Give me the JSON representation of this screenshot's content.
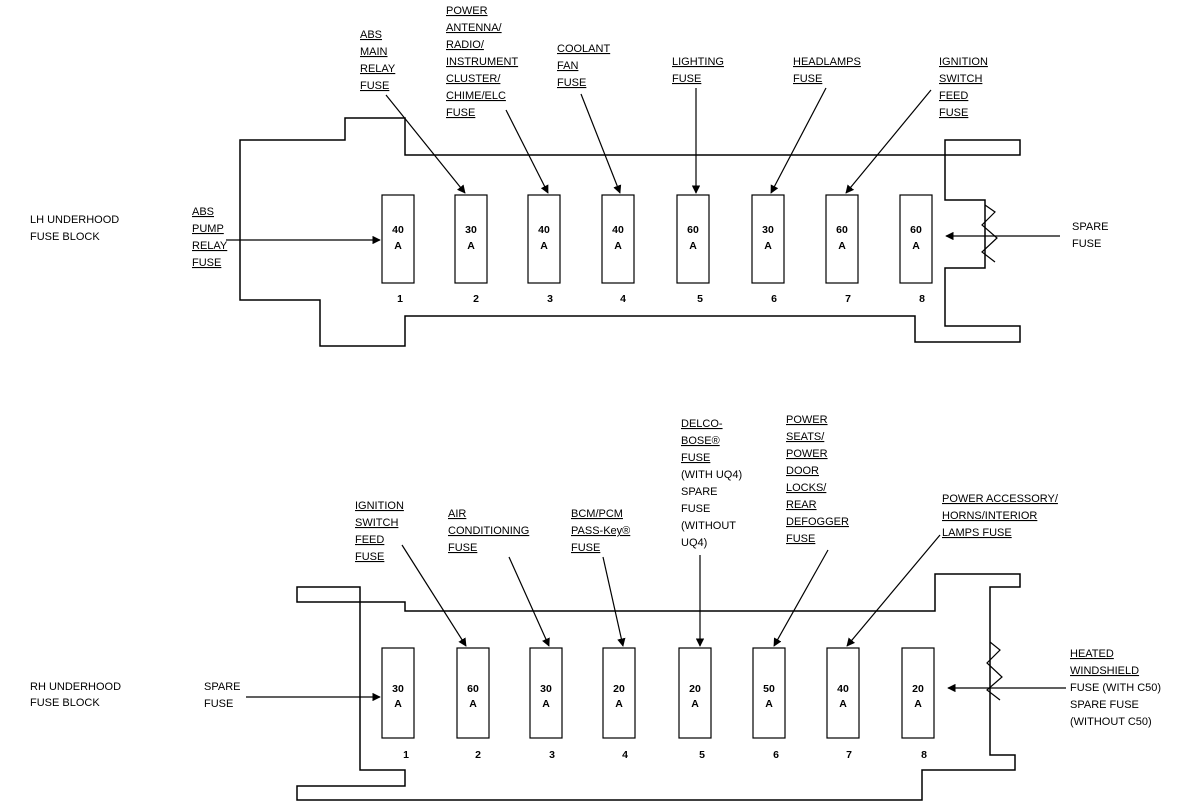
{
  "lh_block": {
    "block_label": [
      "LH UNDERHOOD",
      "FUSE BLOCK"
    ],
    "fuses": [
      {
        "amp": "40",
        "unit": "A",
        "pos": "1"
      },
      {
        "amp": "30",
        "unit": "A",
        "pos": "2"
      },
      {
        "amp": "40",
        "unit": "A",
        "pos": "3"
      },
      {
        "amp": "40",
        "unit": "A",
        "pos": "4"
      },
      {
        "amp": "60",
        "unit": "A",
        "pos": "5"
      },
      {
        "amp": "30",
        "unit": "A",
        "pos": "6"
      },
      {
        "amp": "60",
        "unit": "A",
        "pos": "7"
      },
      {
        "amp": "60",
        "unit": "A",
        "pos": "8"
      }
    ],
    "callouts": {
      "abs_pump": [
        "ABS",
        "PUMP",
        "RELAY",
        "FUSE"
      ],
      "abs_main": [
        "ABS",
        "MAIN",
        "RELAY",
        "FUSE"
      ],
      "power_antenna": [
        "POWER",
        "ANTENNA/",
        "RADIO/",
        "INSTRUMENT",
        "CLUSTER/",
        "CHIME/ELC",
        "FUSE"
      ],
      "coolant": [
        "COOLANT",
        "FAN",
        "FUSE"
      ],
      "lighting": [
        "LIGHTING",
        "FUSE"
      ],
      "headlamps": [
        "HEADLAMPS",
        "FUSE"
      ],
      "ignition": [
        "IGNITION",
        "SWITCH",
        "FEED",
        "FUSE"
      ],
      "spare": [
        "SPARE",
        "FUSE"
      ]
    }
  },
  "rh_block": {
    "block_label": [
      "RH UNDERHOOD",
      "FUSE BLOCK"
    ],
    "fuses": [
      {
        "amp": "30",
        "unit": "A",
        "pos": "1"
      },
      {
        "amp": "60",
        "unit": "A",
        "pos": "2"
      },
      {
        "amp": "30",
        "unit": "A",
        "pos": "3"
      },
      {
        "amp": "20",
        "unit": "A",
        "pos": "4"
      },
      {
        "amp": "20",
        "unit": "A",
        "pos": "5"
      },
      {
        "amp": "50",
        "unit": "A",
        "pos": "6"
      },
      {
        "amp": "40",
        "unit": "A",
        "pos": "7"
      },
      {
        "amp": "20",
        "unit": "A",
        "pos": "8"
      }
    ],
    "callouts": {
      "spare": [
        "SPARE",
        "FUSE"
      ],
      "ignition": [
        "IGNITION",
        "SWITCH",
        "FEED",
        "FUSE"
      ],
      "air_conditioning": [
        "AIR",
        "CONDITIONING",
        "FUSE"
      ],
      "bcm_pcm": [
        "BCM/PCM",
        "PASS-Key®",
        "FUSE"
      ],
      "delco_bose": [
        "DELCO-",
        "BOSE®",
        "FUSE",
        "(WITH UQ4)",
        "SPARE",
        "FUSE",
        "(WITHOUT",
        "UQ4)"
      ],
      "power_seats": [
        "POWER",
        "SEATS/",
        "POWER",
        "DOOR",
        "LOCKS/",
        "REAR",
        "DEFOGGER",
        "FUSE"
      ],
      "power_accessory": [
        "POWER ACCESSORY/",
        "HORNS/INTERIOR",
        "LAMPS FUSE"
      ],
      "heated_windshield": [
        "HEATED",
        "WINDSHIELD",
        "FUSE (WITH C50)",
        "SPARE FUSE",
        "(WITHOUT C50)"
      ]
    }
  }
}
